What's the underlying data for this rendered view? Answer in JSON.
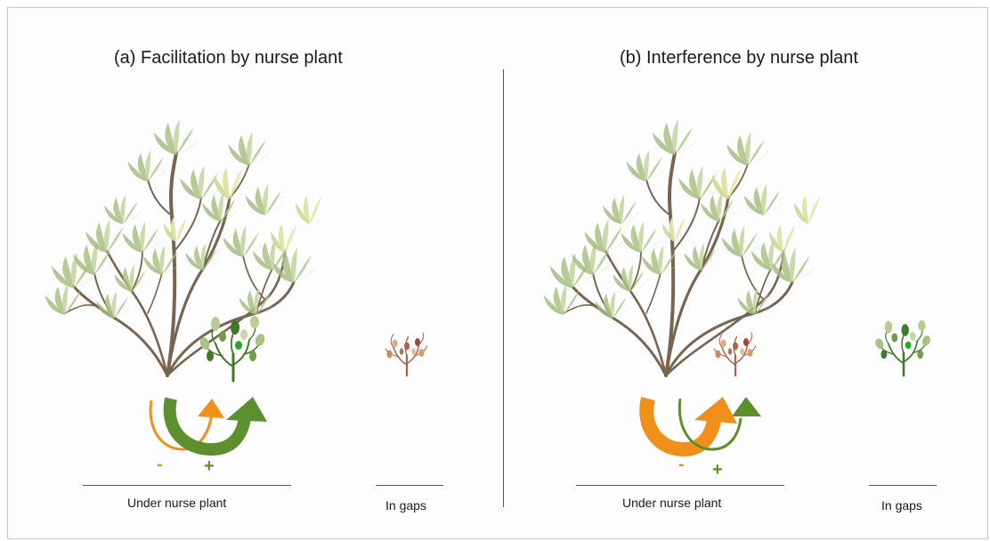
{
  "panels": [
    {
      "title": "(a) Facilitation by nurse plant",
      "under_label": "Under nurse plant",
      "gaps_label": "In gaps",
      "minus": "-",
      "plus": "+"
    },
    {
      "title": "(b) Interference by nurse plant",
      "under_label": "Under nurse plant",
      "gaps_label": "In gaps",
      "minus": "-",
      "plus": "+"
    }
  ],
  "colors": {
    "nurse_foliage": "#b8cc92",
    "nurse_branch": "#7a6450",
    "healthy_seedling": "#3f7a2a",
    "stressed_seedling": "#a8644a",
    "negative_arrow": "#f0901a",
    "positive_arrow": "#5e8f2e",
    "line": "#555555"
  }
}
